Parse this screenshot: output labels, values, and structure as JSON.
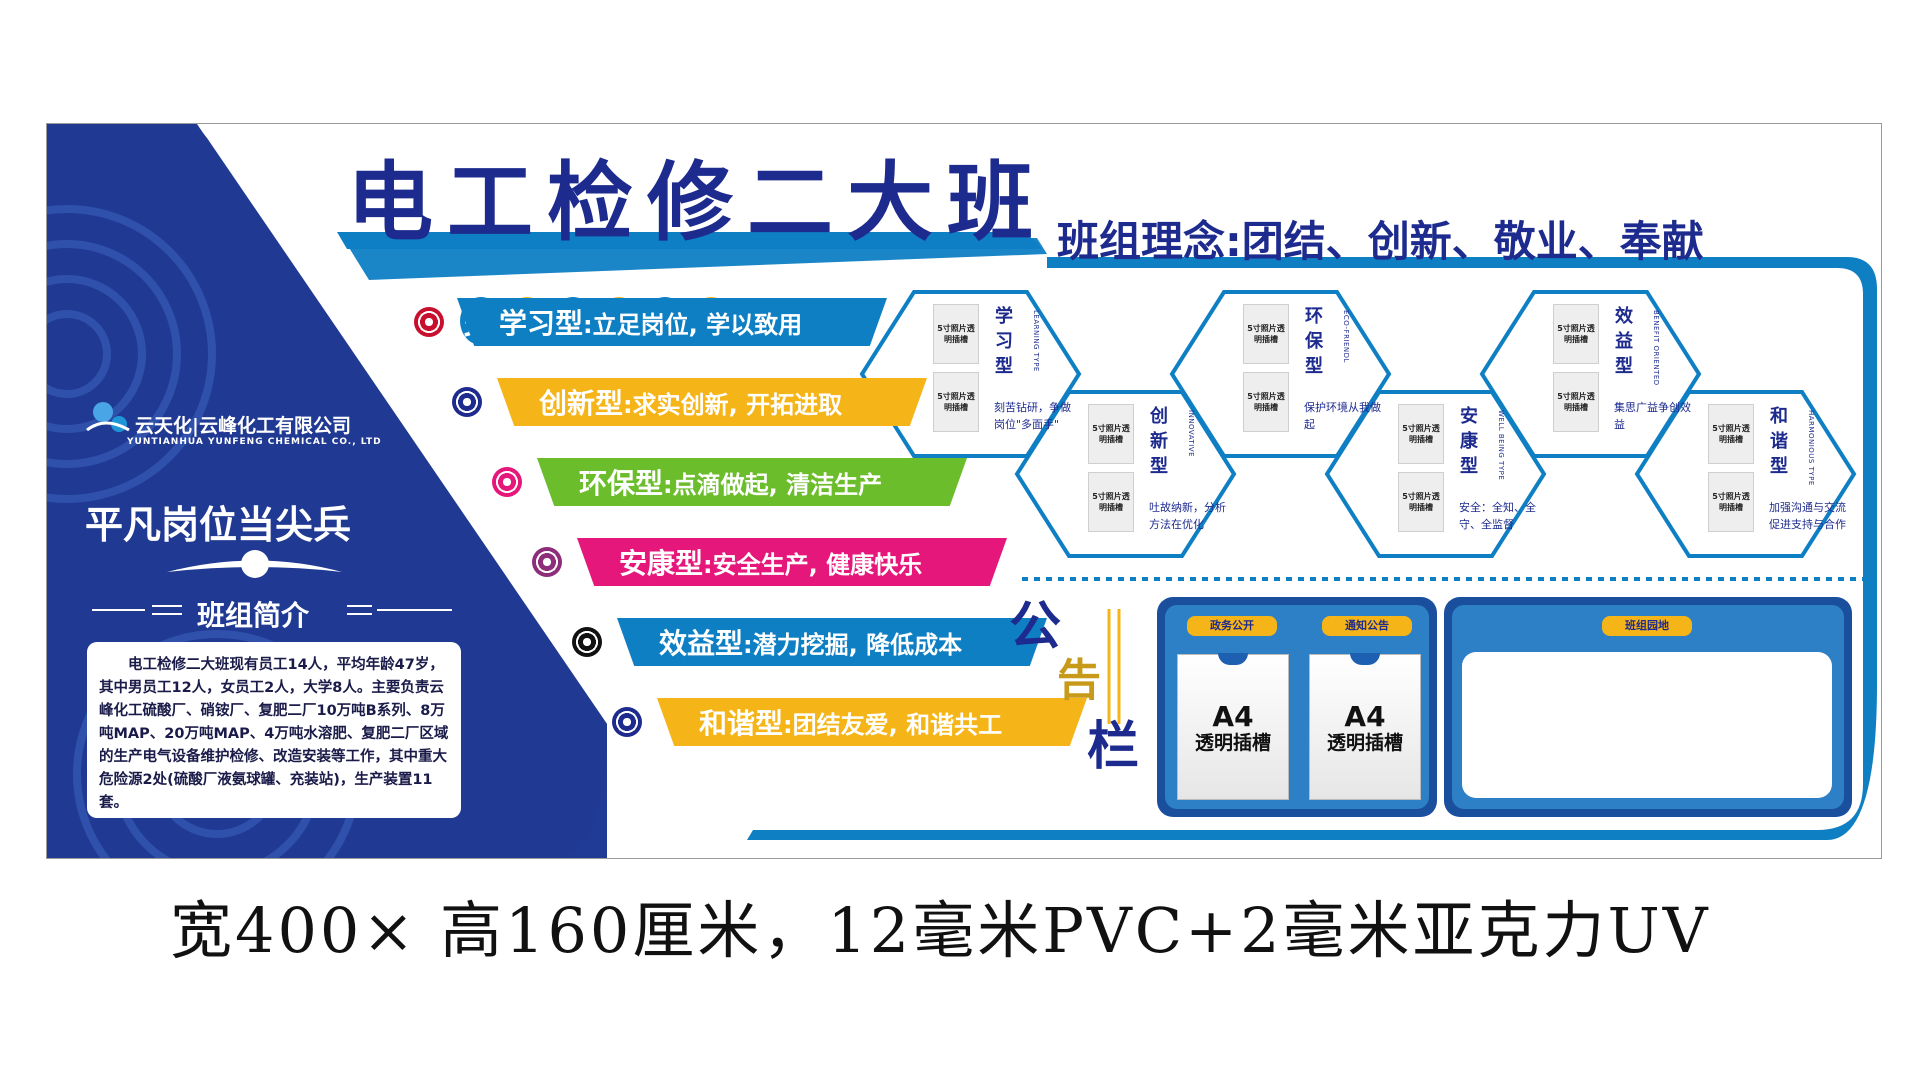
{
  "board": {
    "title": "电工检修二大班",
    "motto": "班组理念:团结、创新、敬业、奉献",
    "company_cn": "云天化|云峰化工有限公司",
    "company_en": "YUNTIANHUA  YUNFENG CHEMICAL CO., LTD",
    "slogan": "平凡岗位当尖兵",
    "intro_title": "班组简介",
    "intro_text": "电工检修二大班现有员工14人，平均年龄47岁，其中男员工12人，女员工2人，大学8人。主要负责云峰化工硫酸厂、硝铵厂、复肥二厂10万吨B系列、8万吨MAP、20万吨MAP、4万吨水溶肥、复肥二厂区域的生产电气设备维护检修、改造安装等工作，其中重大危险源2处(硫酸厂液氨球罐、充装站)，生产装置11套。"
  },
  "rules": {
    "title": [
      "班",
      "组",
      "员",
      "工",
      "准",
      "则"
    ],
    "items": [
      {
        "type": "学习型",
        "text": ":立足岗位, 学以致用"
      },
      {
        "type": "创新型",
        "text": ":求实创新, 开拓进取"
      },
      {
        "type": "环保型",
        "text": ":点滴做起, 清洁生产"
      },
      {
        "type": "安康型",
        "text": ":安全生产, 健康快乐"
      },
      {
        "type": "效益型",
        "text": ":潜力挖掘, 降低成本"
      },
      {
        "type": "和谐型",
        "text": ":团结友爱, 和谐共工"
      }
    ]
  },
  "hexes": [
    {
      "label": "学习型",
      "en": "LEARNING TYPE",
      "desc": "刻苦钻研，争做岗位\"多面手\""
    },
    {
      "label": "创新型",
      "en": "INNOVATIVE",
      "desc": "吐故纳新，分析方法在优化"
    },
    {
      "label": "环保型",
      "en": "ECO-FRIENDL",
      "desc": "保护环境从我做起"
    },
    {
      "label": "安康型",
      "en": "WELL BEING TYPE",
      "desc": "安全：全知、全守、全监督"
    },
    {
      "label": "效益型",
      "en": "BENEFIT ORIENTED",
      "desc": "集思广益争创效益"
    },
    {
      "label": "和谐型",
      "en": "HARMONIOUS TYPE",
      "desc": "加强沟通与交流促进支持与合作"
    }
  ],
  "photo_slot_text": "5寸照片透明插槽",
  "notice": {
    "chars": [
      "公",
      "告",
      "栏"
    ],
    "tags": [
      "政务公开",
      "通知公告",
      "班组园地"
    ],
    "slot_big": "A4",
    "slot_small": "透明插槽"
  },
  "footer": "宽400× 高160厘米，12毫米PVC+2毫米亚克力UV",
  "colors": {
    "navy": "#1e2b8e",
    "blue": "#0f7fc4",
    "orange": "#f5b417",
    "green": "#6cbd2c",
    "magenta": "#e6177a"
  }
}
